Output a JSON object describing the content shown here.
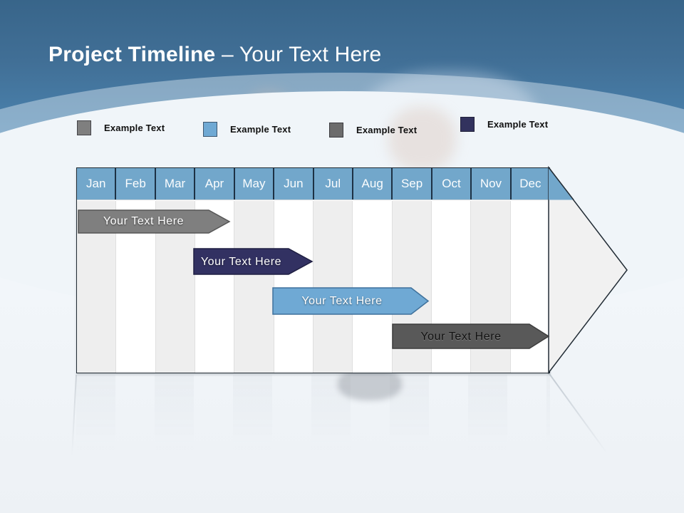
{
  "title": {
    "bold": "Project Timeline",
    "rest": "– Your Text Here"
  },
  "legend": {
    "items": [
      {
        "label": "Example Text",
        "color": "#7f7f7f"
      },
      {
        "label": "Example Text",
        "color": "#6fa9d4"
      },
      {
        "label": "Example Text",
        "color": "#6c6c6c"
      },
      {
        "label": "Example Text",
        "color": "#32325e"
      }
    ]
  },
  "timeline": {
    "months": [
      "Jan",
      "Feb",
      "Mar",
      "Apr",
      "May",
      "Jun",
      "Jul",
      "Aug",
      "Sep",
      "Oct",
      "Nov",
      "Dec"
    ],
    "header_color": "#72a7cb",
    "bars": [
      {
        "label": "Your  Text Here",
        "color": "#7f7f7f",
        "text_color": "#ffffff",
        "start_month": "Jan",
        "end_month": "Apr"
      },
      {
        "label": "Your  Text Here",
        "color": "#323162",
        "text_color": "#ffffff",
        "start_month": "Apr",
        "end_month": "Jun"
      },
      {
        "label": "Your  Text Here",
        "color": "#6fa9d4",
        "text_color": "#ffffff",
        "start_month": "Jun",
        "end_month": "Sep"
      },
      {
        "label": "Your  Text Here",
        "color": "#595959",
        "text_color": "#111111",
        "start_month": "Sep",
        "end_month": "Dec"
      }
    ]
  },
  "colors": {
    "header_gradient_top": "#38658a",
    "header_gradient_bottom": "#4d89b6",
    "slide_background": "#f0f5f9",
    "table_border": "#222c35",
    "column_stripe": "#eeeeee"
  }
}
